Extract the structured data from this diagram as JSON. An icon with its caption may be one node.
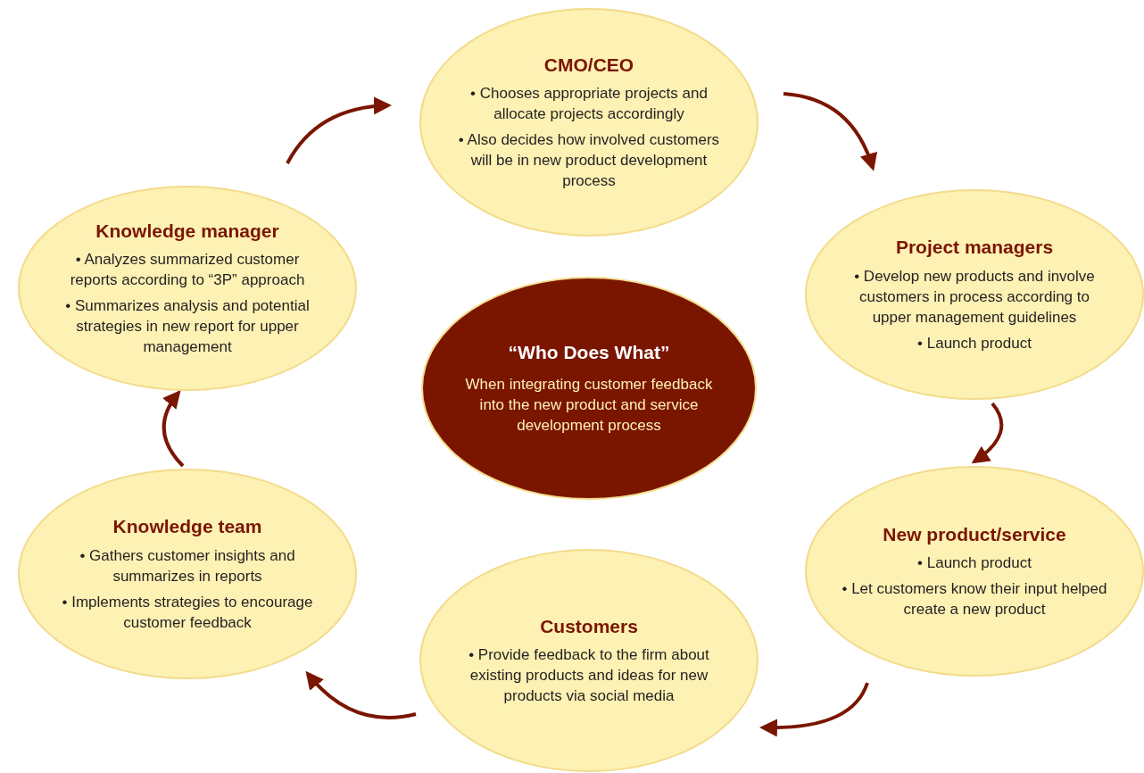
{
  "diagram": {
    "nodes": [
      {
        "text": [
          "CMO/CEO",
          "• Chooses appropriate projects and allocate projects accordingly",
          "• Also decides how involved customers will be in new product development process"
        ]
      },
      {
        "text": [
          "Project managers",
          "• Develop new products and involve customers in process according to upper management guidelines",
          "• Launch product"
        ]
      },
      {
        "text": [
          "New product/service",
          "• Launch product",
          "• Let customers know their input helped create a new product"
        ]
      },
      {
        "text": [
          "Customers",
          "• Provide feedback to the firm about existing products and ideas for new products via social media"
        ]
      },
      {
        "text": [
          "Knowledge team",
          "• Gathers customer insights and summarizes in reports",
          "• Implements strategies to encourage customer feedback"
        ]
      },
      {
        "text": [
          "Knowledge manager",
          "• Analyzes summarized customer reports according to “3P” approach",
          "• Summarizes analysis and potential strategies in new report for upper management"
        ]
      },
      {
        "text": [
          "“Who Does What”",
          "When integrating customer feedback into the new product and service development process"
        ]
      }
    ],
    "edges": [
      {
        "from": 0,
        "to": 1,
        "arrow": "to"
      },
      {
        "from": 1,
        "to": 2,
        "arrow": "to"
      },
      {
        "from": 2,
        "to": 3,
        "arrow": "to"
      },
      {
        "from": 3,
        "to": 4,
        "arrow": "to"
      },
      {
        "from": 4,
        "to": 5,
        "arrow": "to"
      },
      {
        "from": 5,
        "to": 0,
        "arrow": "to"
      }
    ]
  }
}
